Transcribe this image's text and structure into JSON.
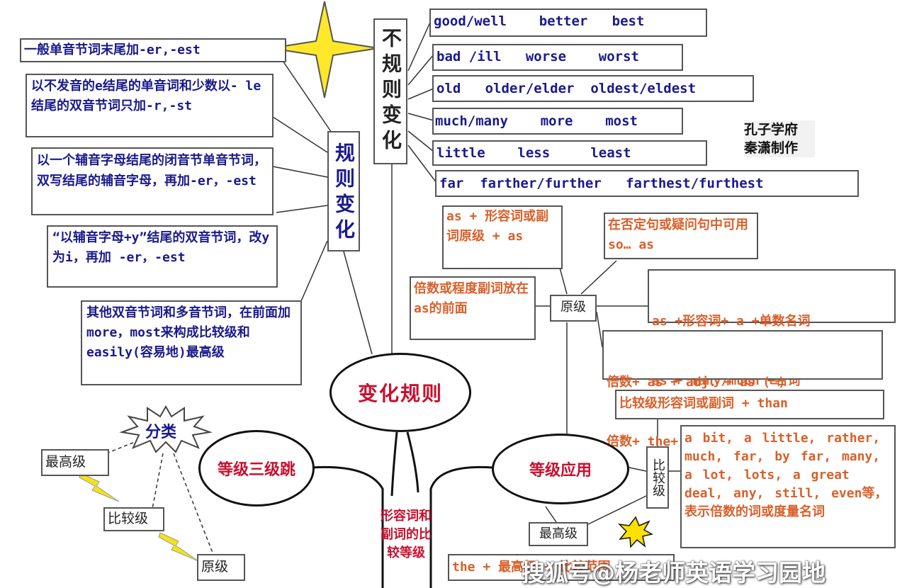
{
  "center": "变化规则",
  "regular": {
    "title": "规则变化",
    "rules": [
      "一般单音节词末尾加-er,-est",
      "以不发音的e结尾的单音词和少数以- le结尾的双音节词只加-r,-st",
      "以一个辅音字母结尾的闭音节单音节词，双写结尾的辅音字母，再加-er，-est",
      "“以辅音字母+y”结尾的双音节词，改y为i，再加 -er，-est",
      "其他双音节词和多音节词，在前面加more，most来构成比较级和easily(容易地)最高级"
    ]
  },
  "irregular": {
    "title": "不规则变化",
    "rows": [
      "good/well    better   best",
      "bad /ill   worse    worst",
      "old   older/elder  oldest/eldest",
      "much/many    more    most",
      "little    less     least",
      "far  farther/further   farthest/furthest"
    ]
  },
  "credit": {
    "line1": "孔子学府",
    "line2": "秦潇制作"
  },
  "classification": {
    "title": "分类",
    "items": [
      "最高级",
      "比较级",
      "原级"
    ],
    "three_levels": "等级三级跳"
  },
  "stem": "形容词和副词的比较等级",
  "application": {
    "title": "等级应用",
    "positive": {
      "label": "原级",
      "as_form": "as + 形容词或副词原级 + as",
      "negative_note": "在否定句或疑问句中可用so… as",
      "multiple_note": "倍数或程度副词放在as的前面",
      "patterns": [
        "as +形容词+ a +单数名词",
        "as + many/much +名词"
      ],
      "times": [
        "倍数+ as + adj. + as (=)",
        "倍数+ the+ n + of"
      ]
    },
    "comparative": {
      "label": "比较级",
      "pattern": "比较级形容词或副词 + than",
      "modifiers": "a bit, a little, rather, much, far, by far, many, a lot, lots, a great deal, any, still, even等，表示倍数的词或度量名词"
    },
    "superlative": {
      "label": "最高级",
      "pattern": "the + 最高级 + 比较范围"
    }
  },
  "watermark": "搜狐号@杨老师英语学习园地"
}
